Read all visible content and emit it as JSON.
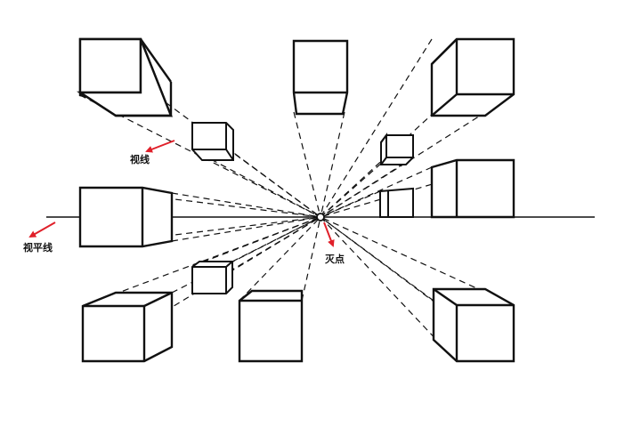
{
  "labels": {
    "sight_line": "视线",
    "horizon_line": "视平线",
    "vanishing_point": "灭点"
  },
  "colors": {
    "ink": "#111111",
    "arrow": "#e0202a",
    "background": "#ffffff"
  }
}
